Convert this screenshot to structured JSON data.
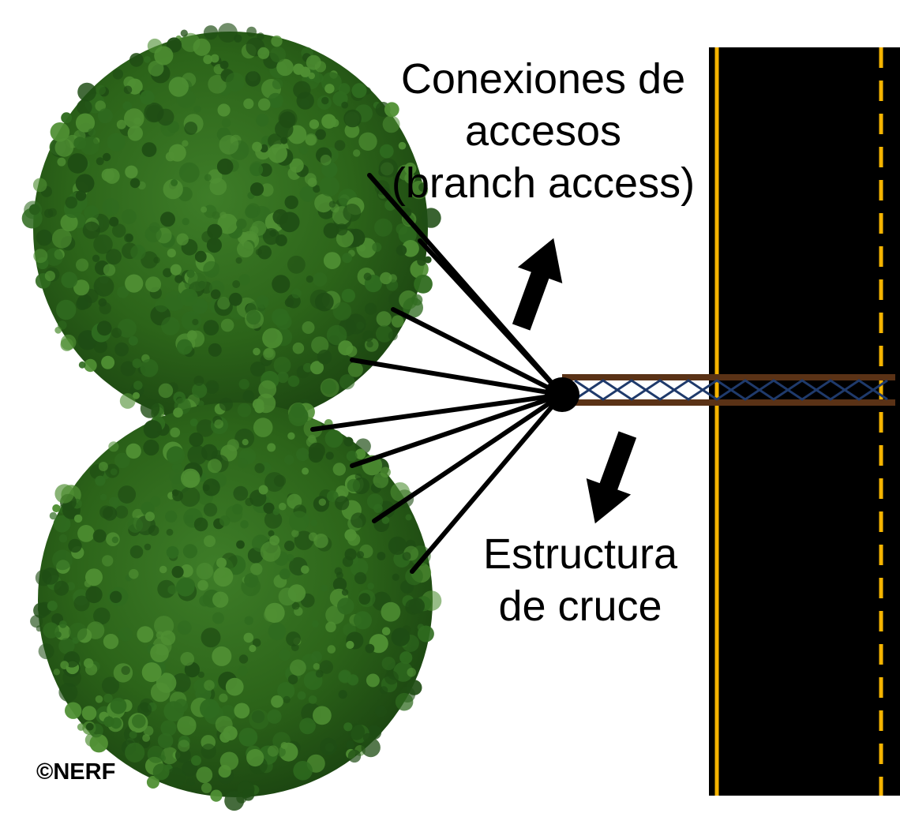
{
  "labels": {
    "branch_access": [
      "Conexiones de",
      "accesos",
      "(branch access)"
    ],
    "crossing_structure": [
      "Estructura",
      "de cruce"
    ],
    "copyright": "©NERF"
  },
  "icons": {
    "trees": "tree-canopy-icon",
    "anchor": "anchor-node-icon",
    "arrows": "arrow-icon"
  },
  "colors": {
    "foliage_dark": "#1f4d14",
    "foliage_mid": "#2f6b1f",
    "foliage_light": "#4f8f33",
    "road": "#000000",
    "road_line": "#f5b400",
    "bridge_rail": "#5a3216",
    "bridge_lattice": "#1f3a6b",
    "lines": "#000000"
  }
}
